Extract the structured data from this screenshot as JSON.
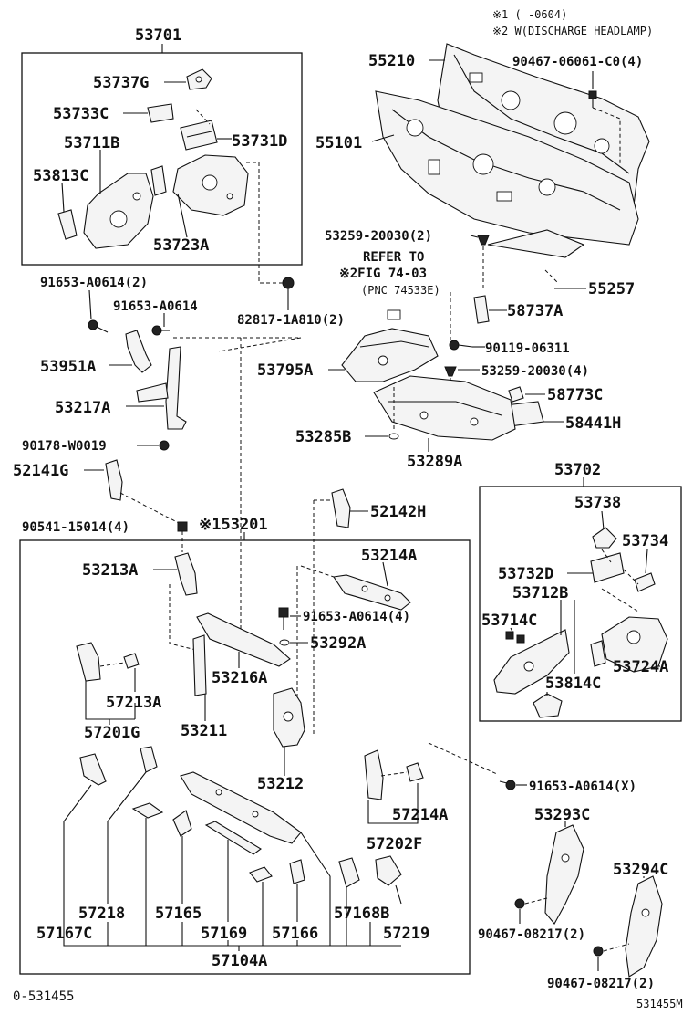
{
  "notes": {
    "note1": "※1 (     -0604)",
    "note2": "※2 W(DISCHARGE HEADLAMP)"
  },
  "groups": {
    "g53701": "53701",
    "g53702": "53702",
    "g53201": "※153201"
  },
  "labels": {
    "l55210": "55210",
    "l55101": "55101",
    "l90467_06061": "90467-06061-C0(4)",
    "l53737G": "53737G",
    "l53733C": "53733C",
    "l53731D": "53731D",
    "l53711B": "53711B",
    "l53813C": "53813C",
    "l53723A": "53723A",
    "l53259_20030_2": "53259-20030(2)",
    "l55257": "55257",
    "l91653_A0614_2": "91653-A0614(2)",
    "l91653_A0614": "91653-A0614",
    "l82817": "82817-1A810(2)",
    "l58737A": "58737A",
    "l90119": "90119-06311",
    "l53951A": "53951A",
    "l53795A": "53795A",
    "l53259_20030_4": "53259-20030(4)",
    "l58773C": "58773C",
    "l53217A": "53217A",
    "l58441H": "58441H",
    "l53285B": "53285B",
    "l90178": "90178-W0019",
    "l53289A": "53289A",
    "l52141G": "52141G",
    "l53738": "53738",
    "l52142H": "52142H",
    "l90541": "90541-15014(4)",
    "l53734": "53734",
    "l53214A": "53214A",
    "l53213A": "53213A",
    "l53732D": "53732D",
    "l53712B": "53712B",
    "l91653_A0614_4": "91653-A0614(4)",
    "l53714C": "53714C",
    "l53292A": "53292A",
    "l53724A": "53724A",
    "l53216A": "53216A",
    "l57213A": "57213A",
    "l53814C": "53814C",
    "l53211": "53211",
    "l57201G": "57201G",
    "l53212": "53212",
    "l91653_A0614_X": "91653-A0614(X)",
    "l53293C": "53293C",
    "l57214A": "57214A",
    "l57202F": "57202F",
    "l53294C": "53294C",
    "l57218": "57218",
    "l57165": "57165",
    "l57168B": "57168B",
    "l57167C": "57167C",
    "l57169": "57169",
    "l57166": "57166",
    "l57219": "57219",
    "l90467_08217_a": "90467-08217(2)",
    "l57104A": "57104A",
    "l90467_08217_b": "90467-08217(2)"
  },
  "refer": {
    "line1": "REFER TO",
    "line2": "※2FIG 74-03",
    "line3": "(PNC 74533E)"
  },
  "footer": {
    "left": "0-531455",
    "right": "531455M"
  }
}
